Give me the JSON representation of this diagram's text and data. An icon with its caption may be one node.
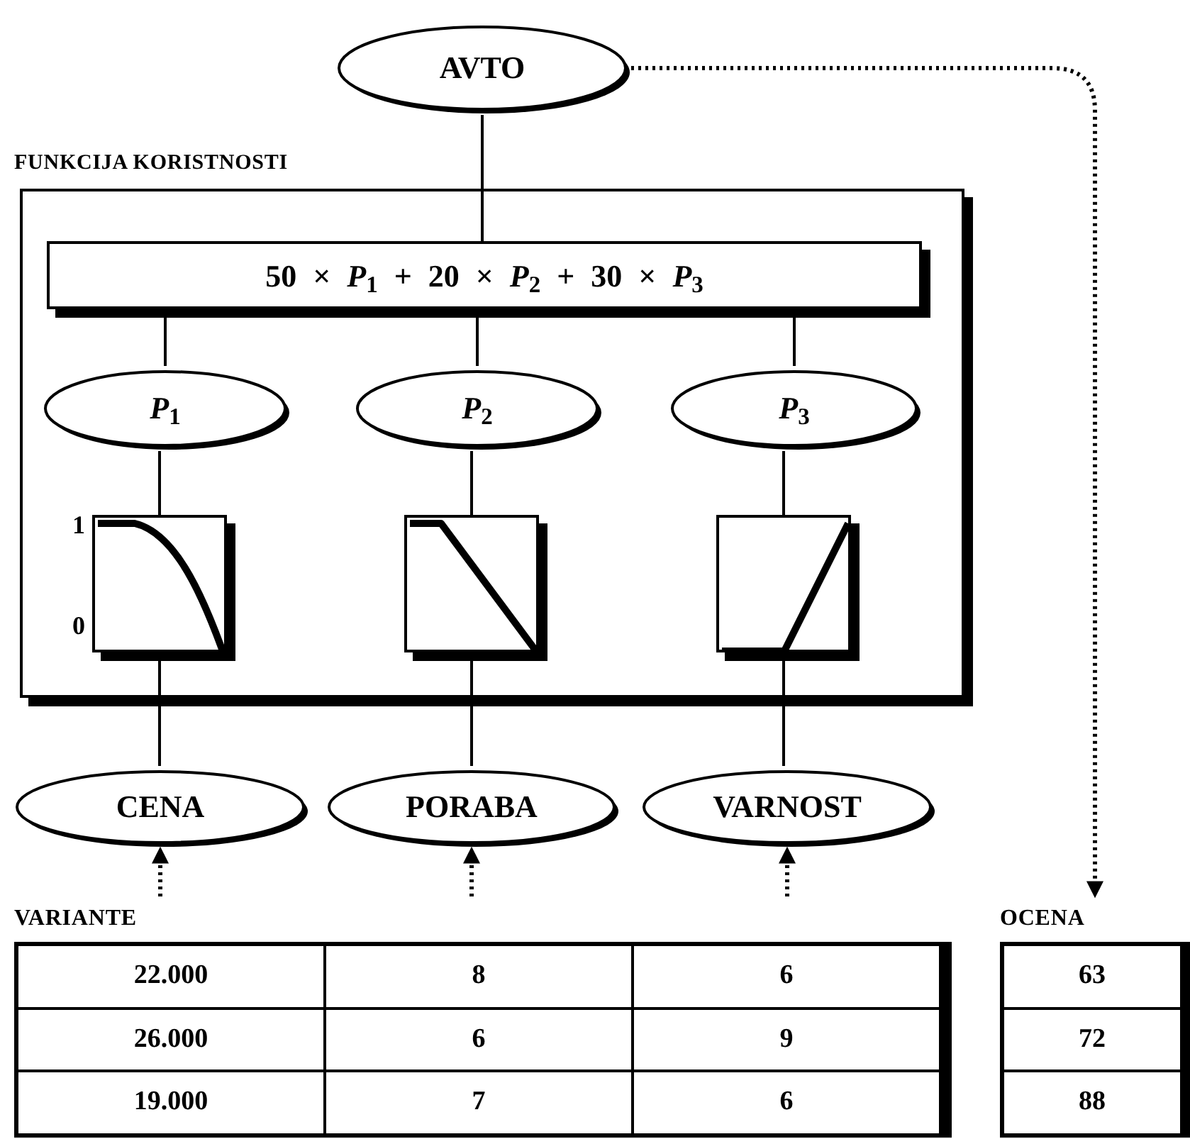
{
  "diagram": {
    "nodes": [
      {
        "text": [
          "AVTO"
        ]
      },
      {
        "text": [
          "FUNKCIJA KORISTNOSTI"
        ]
      },
      {
        "text": [
          "50 × *P*$_{1}$ + 20 × *P*$_{2}$ + 30 × *P*$_{3}$"
        ],
        "in": 1
      },
      {
        "text": [
          "*P*$_{1}$"
        ],
        "in": 1
      },
      {
        "text": [
          "*P*$_{2}$"
        ],
        "in": 1
      },
      {
        "text": [
          "*P*$_{3}$"
        ],
        "in": 1
      },
      {
        "text": [],
        "shape": "box",
        "in": 1,
        "beside": [
          "1",
          "0"
        ]
      },
      {
        "text": [],
        "shape": "box",
        "in": 1
      },
      {
        "text": [],
        "shape": "box",
        "in": 1
      },
      {
        "text": [
          "CENA"
        ]
      },
      {
        "text": [
          "PORABA"
        ]
      },
      {
        "text": [
          "VARNOST"
        ]
      },
      {
        "text": [
          "VARIANTE"
        ]
      },
      {
        "text": [
          "OCENA"
        ]
      }
    ],
    "edges": [
      {
        "from": 0,
        "to": 2,
        "arrow": "none"
      },
      {
        "from": 2,
        "to": 3,
        "arrow": "none"
      },
      {
        "from": 2,
        "to": 4,
        "arrow": "none"
      },
      {
        "from": 2,
        "to": 5,
        "arrow": "none"
      },
      {
        "from": 3,
        "to": 6,
        "arrow": "none"
      },
      {
        "from": 4,
        "to": 7,
        "arrow": "none"
      },
      {
        "from": 5,
        "to": 8,
        "arrow": "none"
      },
      {
        "from": 6,
        "to": 9,
        "arrow": "none"
      },
      {
        "from": 7,
        "to": 10,
        "arrow": "none"
      },
      {
        "from": 8,
        "to": 11,
        "arrow": "none"
      },
      {
        "from": 12,
        "to": 9,
        "arrow": "to",
        "style": "dashed"
      },
      {
        "from": 12,
        "to": 10,
        "arrow": "to",
        "style": "dashed"
      },
      {
        "from": 12,
        "to": 11,
        "arrow": "to",
        "style": "dashed"
      },
      {
        "from": 0,
        "to": 13,
        "arrow": "to",
        "style": "dashed"
      }
    ],
    "labels": [
      "22.000",
      "8",
      "6",
      "26.000",
      "6",
      "9",
      "19.000",
      "7",
      "6",
      "63",
      "72",
      "88"
    ]
  }
}
